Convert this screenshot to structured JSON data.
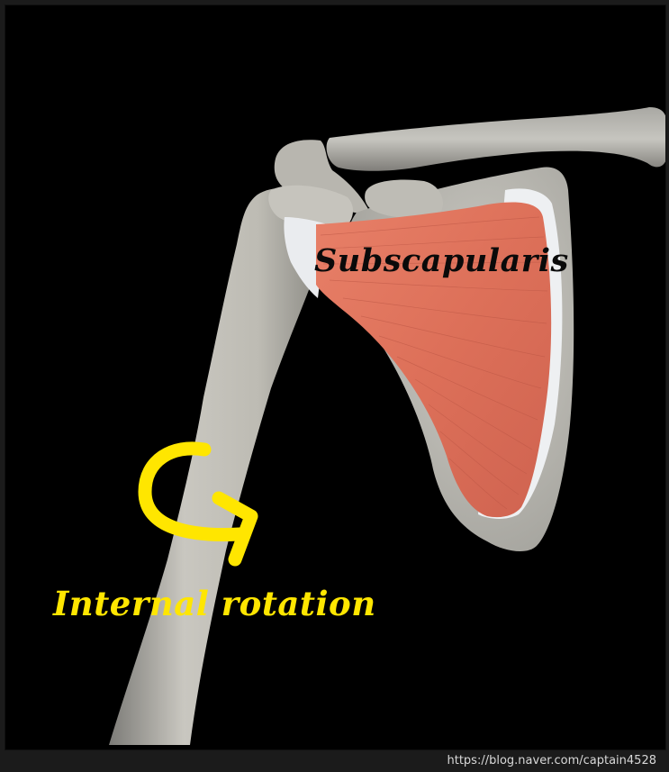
{
  "image": {
    "subject": "shoulder anatomy illustration",
    "background_color": "#000000",
    "frame_color": "#1b1b1b"
  },
  "labels": {
    "muscle_name": "Subscapularis",
    "movement": "Internal rotation"
  },
  "annotation": {
    "arrow_icon": "curved-rotation-arrow",
    "arrow_color": "#ffe600"
  },
  "colors": {
    "bone": "#c9c7c0",
    "muscle": "#e0745e",
    "tendon": "#eef0f2"
  },
  "watermark": "https://blog.naver.com/captain4528"
}
